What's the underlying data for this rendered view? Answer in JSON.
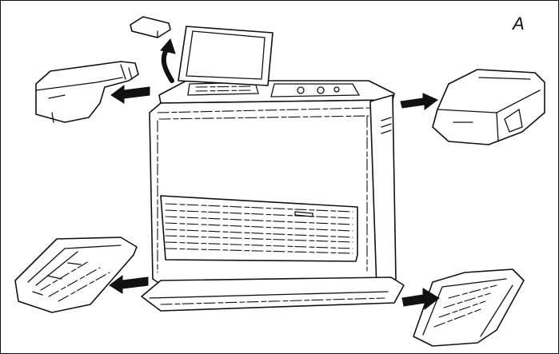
{
  "figure": {
    "label": "A",
    "parts": [
      {
        "name": "filter-cartridge",
        "role": "removed"
      },
      {
        "name": "tank-lid",
        "role": "open"
      },
      {
        "name": "left-top-cover",
        "role": "removed"
      },
      {
        "name": "right-top-cover",
        "role": "removed"
      },
      {
        "name": "left-bottom-tray",
        "role": "removed"
      },
      {
        "name": "right-bottom-tray",
        "role": "removed"
      },
      {
        "name": "heater-body",
        "role": "main"
      }
    ],
    "colors": {
      "ink": "#111111",
      "paper": "#ffffff"
    }
  }
}
